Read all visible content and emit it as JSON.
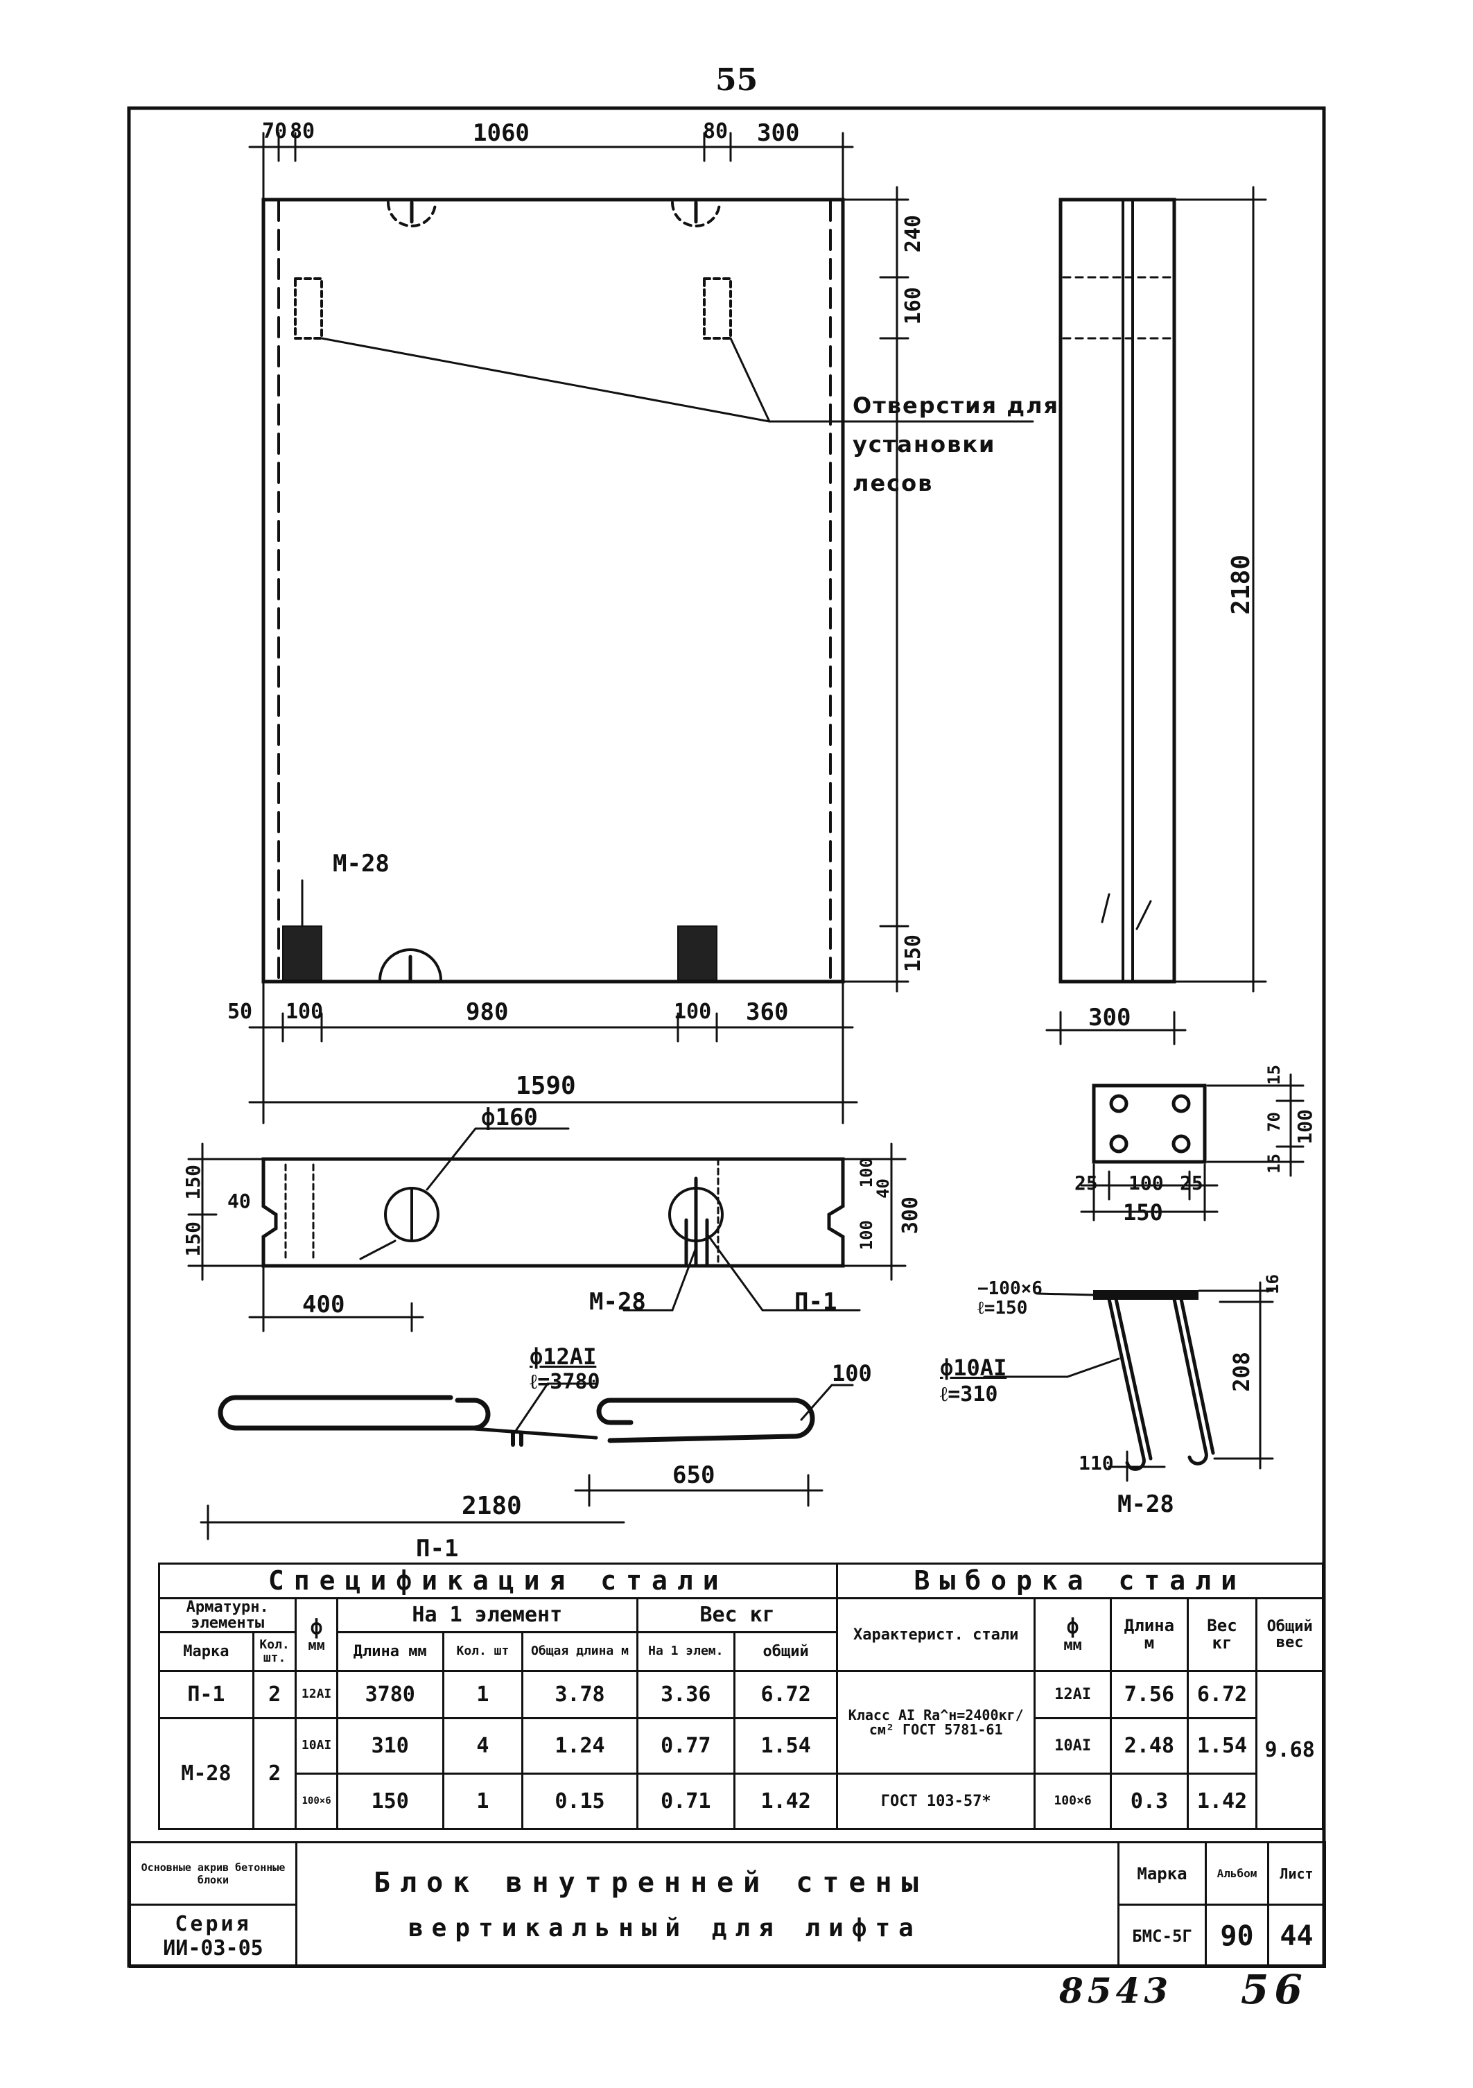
{
  "sheet": {
    "page_number": "55",
    "stamp_number": "8543",
    "stamp_page": "56"
  },
  "front_view": {
    "dims_top": [
      "70",
      "80",
      "1060",
      "80",
      "300"
    ],
    "dims_right": [
      "240",
      "160",
      "150"
    ],
    "dims_bottom": [
      "50",
      "100",
      "980",
      "100",
      "360"
    ],
    "overall_width": "1590",
    "label_m28": "М-28",
    "note": [
      "Отверстия для",
      "установки",
      "лесов"
    ]
  },
  "side_view": {
    "height": "2180",
    "width": "300"
  },
  "plan_view": {
    "hole": "ф160",
    "left_dims": [
      "150",
      "150",
      "40"
    ],
    "right_dims": [
      "100",
      "100",
      "40",
      "300"
    ],
    "bottom_dim": "400",
    "label_m28": "М-28",
    "label_p1": "П-1"
  },
  "plate_detail": {
    "dims": [
      "25",
      "100",
      "25",
      "150"
    ],
    "dims_right": [
      "15",
      "70",
      "15",
      "100"
    ]
  },
  "bar_p1": {
    "spec": "ф12АI",
    "length": "ℓ=3780",
    "hook": "100",
    "total": "2180",
    "partial": "650",
    "caption": "П-1"
  },
  "part_m28": {
    "plate": "−100×6",
    "plate_len": "ℓ=150",
    "bar": "ф10АI",
    "bar_len": "ℓ=310",
    "height": "208",
    "top": "16",
    "bottom": "110",
    "caption": "М-28"
  },
  "spec_table": {
    "title_spec": "Спецификация стали",
    "title_sel": "Выборка стали",
    "h_elements": "Арматурн. элементы",
    "h_phi": "ф",
    "h_per_elem": "На 1 элемент",
    "h_weight_kg": "Вес кг",
    "h_char": "Характерист. стали",
    "h_phi2": "ф",
    "h_length": "Длина",
    "h_weight": "Вес",
    "h_total_weight": "Общий вес",
    "h_mark": "Марка",
    "h_qty": "Кол. шт.",
    "h_mm": "мм",
    "h_len_mm": "Длина мм",
    "h_qty2": "Кол. шт",
    "h_total_len": "Общая длина м",
    "h_per_one": "На 1 элем.",
    "h_total": "общий",
    "h_mm2": "мм",
    "h_m": "м",
    "h_kg": "кг",
    "rows": [
      {
        "mark": "П-1",
        "qty": "2",
        "phi": "12АI",
        "len": "3780",
        "n": "1",
        "total_len": "3.78",
        "w1": "3.36",
        "wt": "6.72",
        "char": "Класс АI  Rа^н=2400кг/см²  ГОСТ 5781-61",
        "phi2": "12АI",
        "L": "7.56",
        "W": "6.72"
      },
      {
        "mark": "М-28",
        "qty": "2",
        "phi": "10АI",
        "len": "310",
        "n": "4",
        "total_len": "1.24",
        "w1": "0.77",
        "wt": "1.54",
        "char": "",
        "phi2": "10АI",
        "L": "2.48",
        "W": "1.54"
      },
      {
        "mark": "",
        "qty": "",
        "phi": "100×6",
        "len": "150",
        "n": "1",
        "total_len": "0.15",
        "w1": "0.71",
        "wt": "1.42",
        "char": "ГОСТ 103-57*",
        "phi2": "100×6",
        "L": "0.3",
        "W": "1.42"
      }
    ],
    "grand_total": "9.68"
  },
  "title_block": {
    "org": "Основные акрив бетонные блоки",
    "series_label": "Серия",
    "series": "ИИ-03-05",
    "title_line1": "Блок внутренней стены",
    "title_line2": "вертикальный для лифта",
    "h_mark": "Марка",
    "h_album": "Альбом",
    "h_sheet": "Лист",
    "mark": "БМС-5Г",
    "album": "90",
    "sheet": "44"
  }
}
